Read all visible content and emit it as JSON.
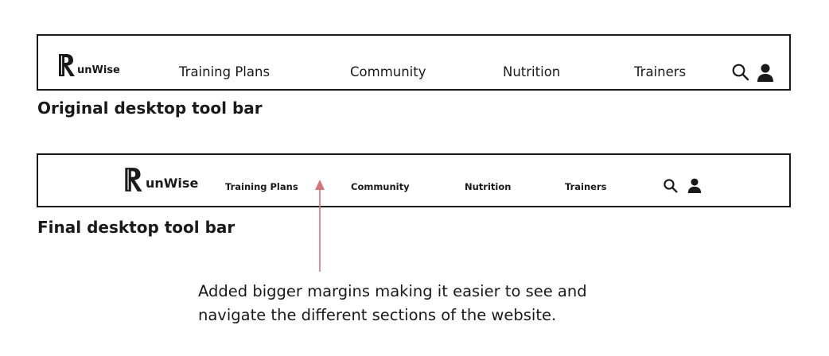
{
  "colors": {
    "border": "#1a1a1a",
    "text": "#1a1a1a",
    "arrow": "#d8737a"
  },
  "original_toolbar": {
    "logo_mark": "R",
    "logo_text": "unWise",
    "nav": [
      "Training Plans",
      "Community",
      "Nutrition",
      "Trainers"
    ],
    "icons": [
      "search-icon",
      "user-icon"
    ]
  },
  "final_toolbar": {
    "logo_mark": "R",
    "logo_text": "unWise",
    "nav": [
      "Training Plans",
      "Community",
      "Nutrition",
      "Trainers"
    ],
    "icons": [
      "search-icon",
      "user-icon"
    ]
  },
  "captions": {
    "original": "Original desktop tool bar",
    "final": "Final desktop tool bar"
  },
  "annotation": {
    "lines": [
      "Added bigger margins making it easier to see and",
      "navigate the different sections of the website."
    ]
  }
}
